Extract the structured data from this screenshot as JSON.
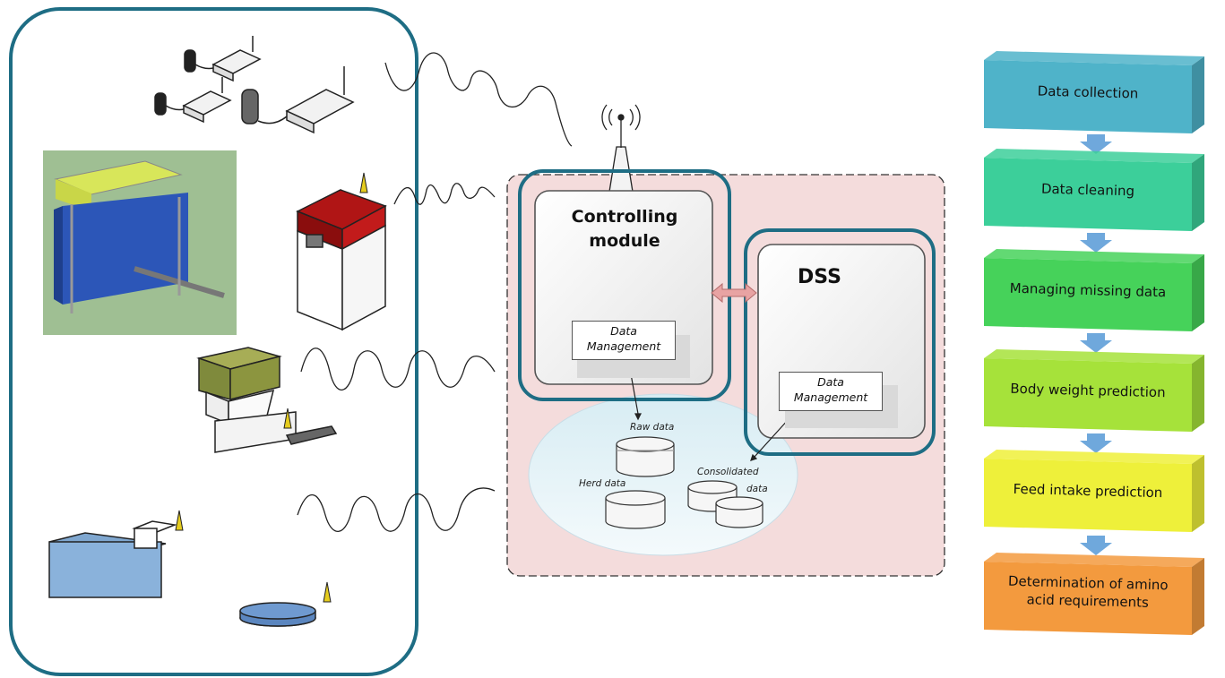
{
  "controlling_module": {
    "title_line1": "Controlling",
    "title_line2": "module",
    "dm_line1": "Data",
    "dm_line2": "Management"
  },
  "dss": {
    "title": "DSS",
    "dm_line1": "Data",
    "dm_line2": "Management"
  },
  "database": {
    "raw": "Raw data",
    "herd": "Herd data",
    "consolidated_line1": "Consolidated",
    "consolidated_line2": "data"
  },
  "pipeline": {
    "steps": [
      {
        "label_line1": "Data collection",
        "label_line2": "",
        "color": "#4fb3c9"
      },
      {
        "label_line1": "Data cleaning",
        "label_line2": "",
        "color": "#3ccf9a"
      },
      {
        "label_line1": "Managing missing data",
        "label_line2": "",
        "color": "#46d25a"
      },
      {
        "label_line1": "Body weight prediction",
        "label_line2": "",
        "color": "#a6e23a"
      },
      {
        "label_line1": "Feed intake prediction",
        "label_line2": "",
        "color": "#eef03a"
      },
      {
        "label_line1": "Determination of amino",
        "label_line2": "acid requirements",
        "color": "#f39a3e"
      }
    ]
  },
  "colors": {
    "frame": "#1e6d84",
    "zone_fill": "#f4dcdc",
    "arrow_fill": "#e8a3a3",
    "ellipse_fill": "#e6f3f8"
  },
  "icons": [
    "sensor-gateway-icon",
    "feeder-machine-icon",
    "scale-cabinet-icon",
    "feed-hopper-icon",
    "water-tank-icon",
    "weighing-plate-icon",
    "antenna-icon"
  ]
}
